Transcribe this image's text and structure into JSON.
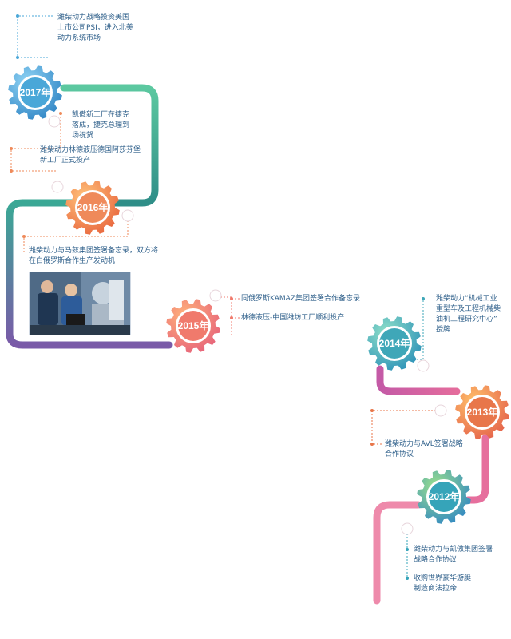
{
  "milestones": [
    {
      "year": "2017年",
      "color": "#4aa7d8",
      "events": [
        "潍柴动力战略投资美国\n上市公司PSI，进入北美\n动力系统市场"
      ]
    },
    {
      "year": "2016年",
      "color": "#ef8a5a",
      "events": [
        "凯傲新工厂在捷克\n落成，捷克总理到\n场祝贺",
        "潍柴动力林德液压德国阿莎芬堡\n新工厂正式投产",
        "潍柴动力与马兹集团签署备忘录，双方将\n在白俄罗斯合作生产发动机"
      ]
    },
    {
      "year": "2015年",
      "color": "#f07a6c",
      "events": [
        "同俄罗斯KAMAZ集团签署合作备忘录",
        "林德液压-中国潍坊工厂顺利投产"
      ]
    },
    {
      "year": "2014年",
      "color": "#3fa7b8",
      "events": [
        "潍柴动力“机械工业\n重型车及工程机械柴\n油机工程研究中心”\n授牌"
      ]
    },
    {
      "year": "2013年",
      "color": "#e8764a",
      "events": [
        "潍柴动力与AVL签署战略\n合作协议"
      ]
    },
    {
      "year": "2012年",
      "color": "#36a4b9",
      "events": [
        "潍柴动力与凯傲集团签署\n战略合作协议",
        "收购世界豪华游艇\n制造商法拉帝"
      ]
    }
  ],
  "photo": {
    "subject": "engineers-inspecting-engine"
  }
}
